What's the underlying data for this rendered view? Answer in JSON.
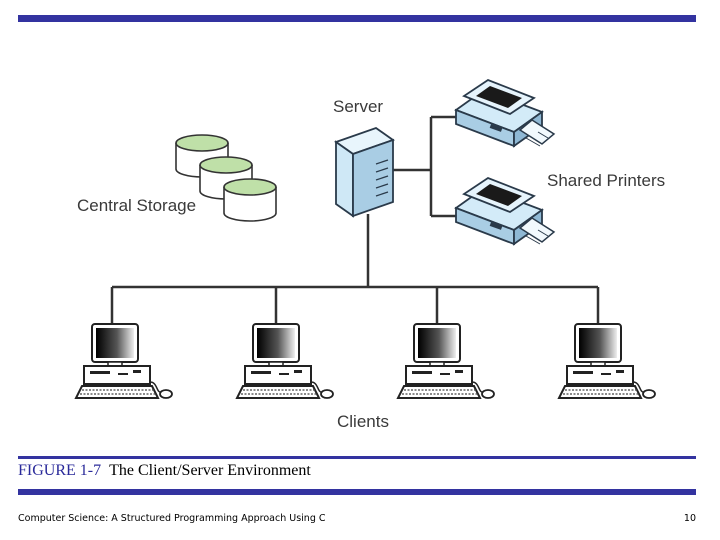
{
  "labels": {
    "server": "Server",
    "central_storage": "Central Storage",
    "shared_printers": "Shared Printers",
    "clients": "Clients"
  },
  "figure": {
    "number": "FIGURE 1-7",
    "title": "The Client/Server Environment"
  },
  "footer": {
    "book_title": "Computer Science: A Structured Programming Approach Using C",
    "page_number": "10"
  },
  "colors": {
    "accent_bar": "#3333a0",
    "device_blue": "#d3ebf8",
    "storage_green": "#bfe0a8",
    "line": "#333333"
  },
  "devices": {
    "client_count": 4,
    "printer_count": 2,
    "storage_disk_count": 3
  }
}
